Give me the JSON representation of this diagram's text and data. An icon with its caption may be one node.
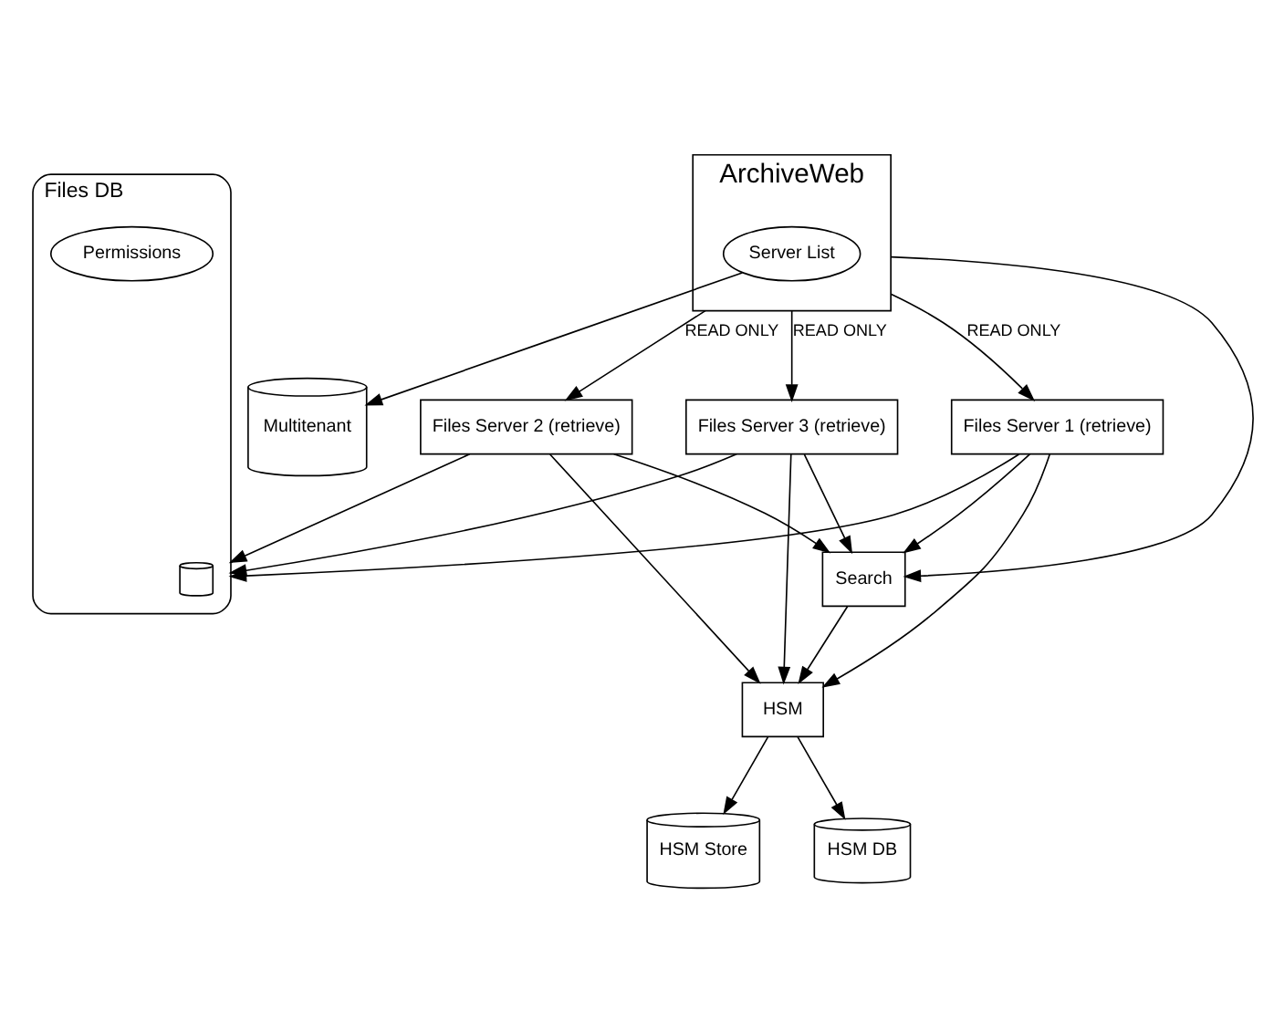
{
  "diagram": {
    "nodes": [
      {
        "text": [
          "ArchiveWeb"
        ]
      },
      {
        "text": [
          "Server List"
        ],
        "in": 0
      },
      {
        "text": [
          "Multitenant"
        ]
      },
      {
        "text": [
          "Files Server 1 (retrieve)"
        ]
      },
      {
        "text": [
          "Files Server 2 (retrieve)"
        ]
      },
      {
        "text": [
          "Files Server 3 (retrieve)"
        ]
      },
      {
        "text": [
          "Files DB"
        ]
      },
      {
        "text": [],
        "shape": "cylinder",
        "in": 6
      },
      {
        "text": [
          "Permissions"
        ],
        "in": 6
      },
      {
        "text": [
          "HSM"
        ]
      },
      {
        "text": [
          "Search"
        ]
      },
      {
        "text": [
          "HSM Store"
        ]
      },
      {
        "text": [
          "HSM DB"
        ]
      }
    ],
    "edges": [
      {
        "from": 1,
        "to": 2,
        "arrow": "to"
      },
      {
        "from": 0,
        "to": 3,
        "arrow": "to",
        "label": "READ ONLY"
      },
      {
        "from": 0,
        "to": 4,
        "arrow": "to",
        "label": "READ ONLY"
      },
      {
        "from": 0,
        "to": 5,
        "arrow": "to",
        "label": "READ ONLY"
      },
      {
        "from": 0,
        "to": 10,
        "arrow": "to"
      },
      {
        "from": 3,
        "to": 6,
        "arrow": "to"
      },
      {
        "from": 3,
        "to": 9,
        "arrow": "to"
      },
      {
        "from": 3,
        "to": 10,
        "arrow": "to"
      },
      {
        "from": 4,
        "to": 6,
        "arrow": "to"
      },
      {
        "from": 4,
        "to": 9,
        "arrow": "to"
      },
      {
        "from": 4,
        "to": 10,
        "arrow": "to"
      },
      {
        "from": 5,
        "to": 6,
        "arrow": "to"
      },
      {
        "from": 5,
        "to": 9,
        "arrow": "to"
      },
      {
        "from": 5,
        "to": 10,
        "arrow": "to"
      },
      {
        "from": 10,
        "to": 9,
        "arrow": "to"
      },
      {
        "from": 9,
        "to": 11,
        "arrow": "to"
      },
      {
        "from": 9,
        "to": 12,
        "arrow": "to"
      }
    ]
  }
}
